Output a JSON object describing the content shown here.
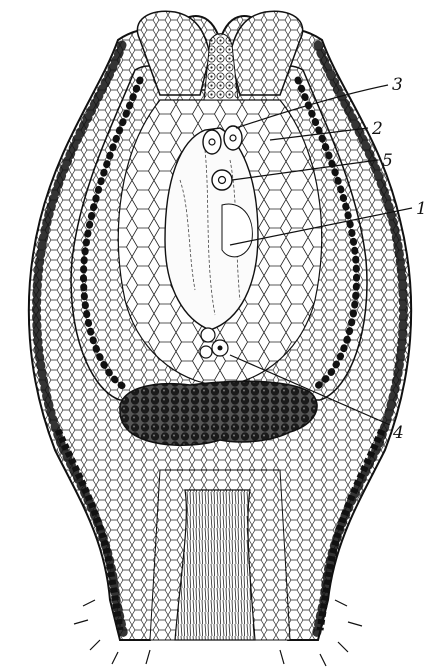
{
  "figure": {
    "labels": [
      {
        "id": "label-3",
        "text": "3"
      },
      {
        "id": "label-2",
        "text": "2"
      },
      {
        "id": "label-5",
        "text": "5"
      },
      {
        "id": "label-1",
        "text": "1"
      },
      {
        "id": "label-4",
        "text": "4"
      }
    ],
    "colors": {
      "ink": "#111111",
      "paper": "#ffffff",
      "tissue": "#f4f4f4"
    }
  }
}
